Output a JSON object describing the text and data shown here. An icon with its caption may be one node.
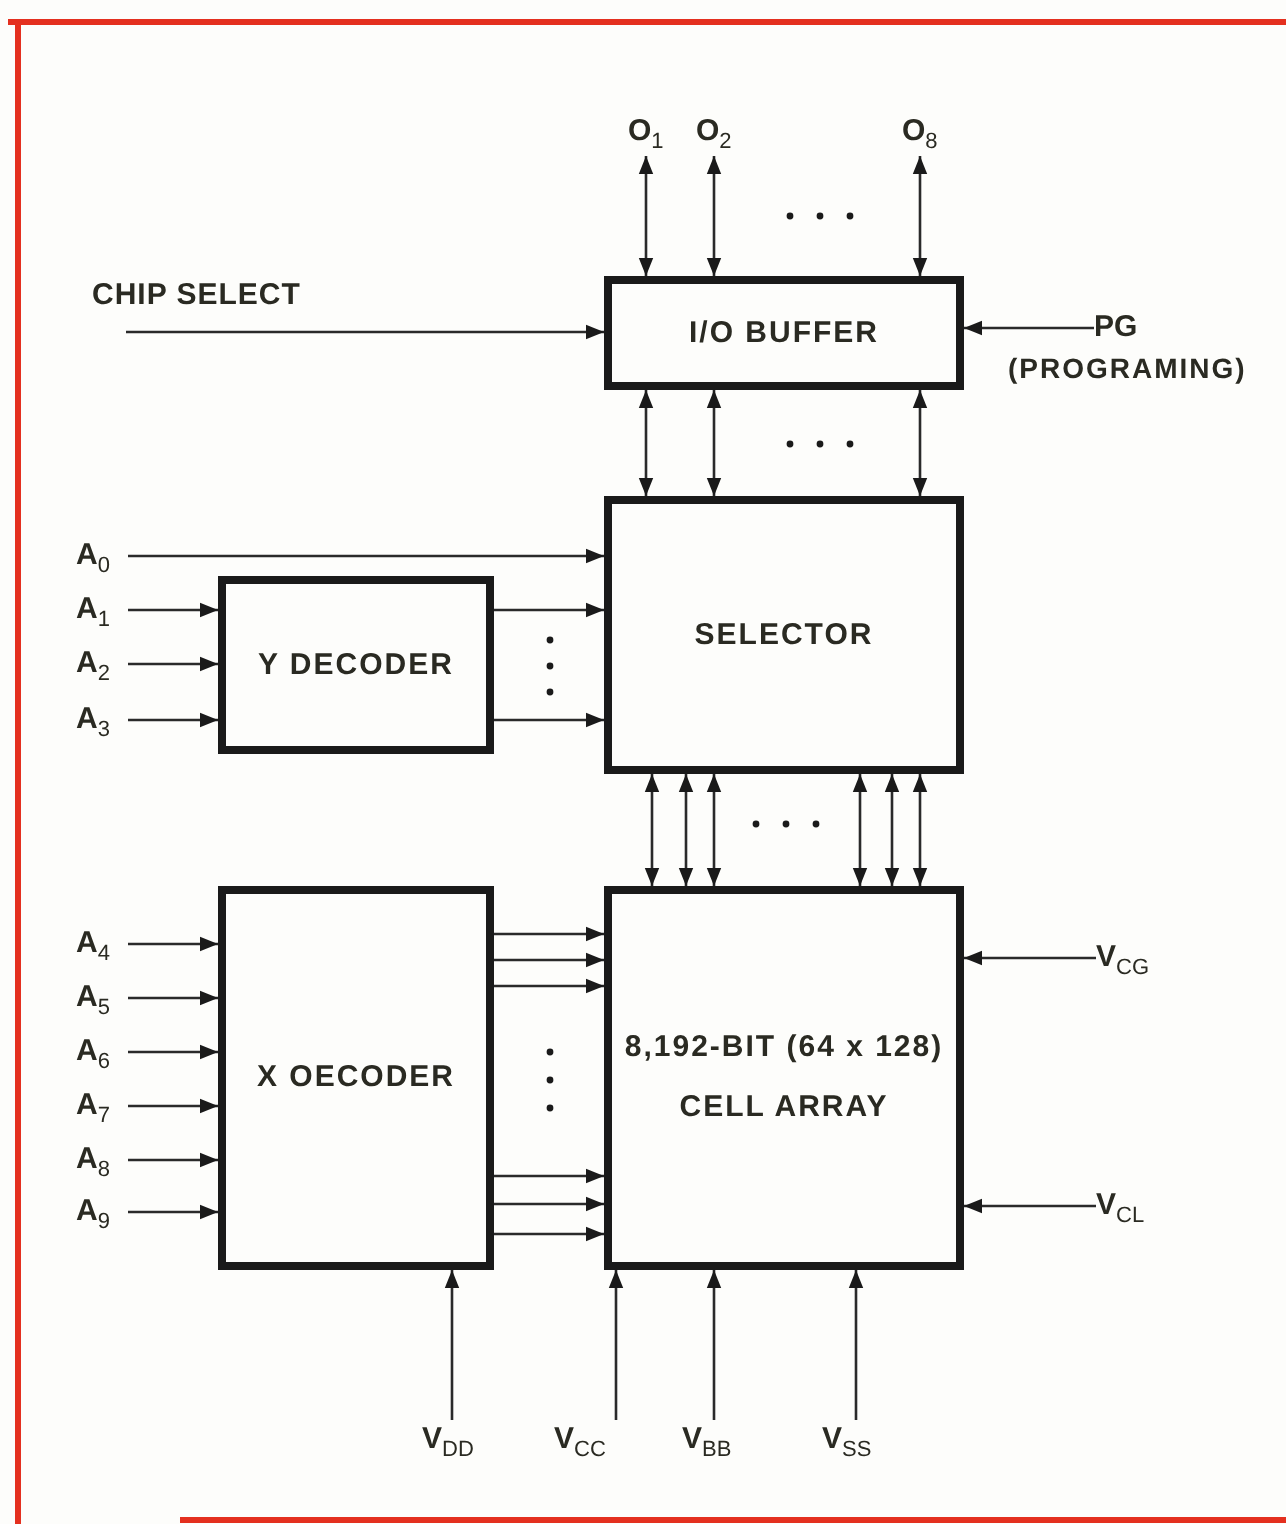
{
  "diagram": {
    "nodes": [
      {
        "text": [
          "O$_{1}$"
        ]
      },
      {
        "text": [
          "O$_{2}$"
        ]
      },
      {
        "text": [
          "O$_{8}$"
        ]
      },
      {
        "text": [
          "CHIP SELECT"
        ]
      },
      {
        "text": [
          "I/O BUFFER"
        ]
      },
      {
        "text": [
          "PG"
        ],
        "beside": [
          "(PROGRAMING)"
        ]
      },
      {
        "text": [
          "A$_{0}$"
        ]
      },
      {
        "text": [
          "SELECTOR"
        ]
      },
      {
        "text": [
          "A$_{1}$"
        ]
      },
      {
        "text": [
          "A$_{2}$"
        ]
      },
      {
        "text": [
          "A$_{3}$"
        ]
      },
      {
        "text": [
          "Y DECODER"
        ]
      },
      {
        "text": [
          "A$_{4}$"
        ]
      },
      {
        "text": [
          "A$_{5}$"
        ]
      },
      {
        "text": [
          "A$_{6}$"
        ]
      },
      {
        "text": [
          "A$_{7}$"
        ]
      },
      {
        "text": [
          "A$_{8}$"
        ]
      },
      {
        "text": [
          "A$_{9}$"
        ]
      },
      {
        "text": [
          "X OECODER"
        ]
      },
      {
        "text": [
          "8,192-BIT (64 x 128)",
          "CELL ARRAY"
        ]
      },
      {
        "text": [
          "V$_{CG}$"
        ]
      },
      {
        "text": [
          "V$_{CL}$"
        ]
      },
      {
        "text": [
          "V$_{DD}$"
        ]
      },
      {
        "text": [
          "V$_{CC}$"
        ]
      },
      {
        "text": [
          "V$_{BB}$"
        ]
      },
      {
        "text": [
          "V$_{SS}$"
        ]
      }
    ],
    "edges": [
      {
        "from": 0,
        "to": 4,
        "arrow": "both"
      },
      {
        "from": 1,
        "to": 4,
        "arrow": "both"
      },
      {
        "from": 2,
        "to": 4,
        "arrow": "both"
      },
      {
        "from": 3,
        "to": 4,
        "arrow": "to"
      },
      {
        "from": 5,
        "to": 4,
        "arrow": "to"
      },
      {
        "from": 4,
        "to": 7,
        "arrow": "both"
      },
      {
        "from": 4,
        "to": 7,
        "arrow": "both"
      },
      {
        "from": 4,
        "to": 7,
        "arrow": "both"
      },
      {
        "from": 6,
        "to": 7,
        "arrow": "to"
      },
      {
        "from": 8,
        "to": 11,
        "arrow": "to"
      },
      {
        "from": 9,
        "to": 11,
        "arrow": "to"
      },
      {
        "from": 10,
        "to": 11,
        "arrow": "to"
      },
      {
        "from": 11,
        "to": 7,
        "arrow": "to"
      },
      {
        "from": 11,
        "to": 7,
        "arrow": "to"
      },
      {
        "from": 7,
        "to": 19,
        "arrow": "both"
      },
      {
        "from": 7,
        "to": 19,
        "arrow": "both"
      },
      {
        "from": 7,
        "to": 19,
        "arrow": "both"
      },
      {
        "from": 7,
        "to": 19,
        "arrow": "both"
      },
      {
        "from": 7,
        "to": 19,
        "arrow": "both"
      },
      {
        "from": 7,
        "to": 19,
        "arrow": "both"
      },
      {
        "from": 12,
        "to": 18,
        "arrow": "to"
      },
      {
        "from": 13,
        "to": 18,
        "arrow": "to"
      },
      {
        "from": 14,
        "to": 18,
        "arrow": "to"
      },
      {
        "from": 15,
        "to": 18,
        "arrow": "to"
      },
      {
        "from": 16,
        "to": 18,
        "arrow": "to"
      },
      {
        "from": 17,
        "to": 18,
        "arrow": "to"
      },
      {
        "from": 18,
        "to": 19,
        "arrow": "to"
      },
      {
        "from": 18,
        "to": 19,
        "arrow": "to"
      },
      {
        "from": 18,
        "to": 19,
        "arrow": "to"
      },
      {
        "from": 18,
        "to": 19,
        "arrow": "to"
      },
      {
        "from": 18,
        "to": 19,
        "arrow": "to"
      },
      {
        "from": 18,
        "to": 19,
        "arrow": "to"
      },
      {
        "from": 20,
        "to": 19,
        "arrow": "to"
      },
      {
        "from": 21,
        "to": 19,
        "arrow": "to"
      },
      {
        "from": 22,
        "to": 18,
        "arrow": "to"
      },
      {
        "from": 23,
        "to": 19,
        "arrow": "to"
      },
      {
        "from": 24,
        "to": 19,
        "arrow": "to"
      },
      {
        "from": 25,
        "to": 19,
        "arrow": "to"
      }
    ]
  }
}
